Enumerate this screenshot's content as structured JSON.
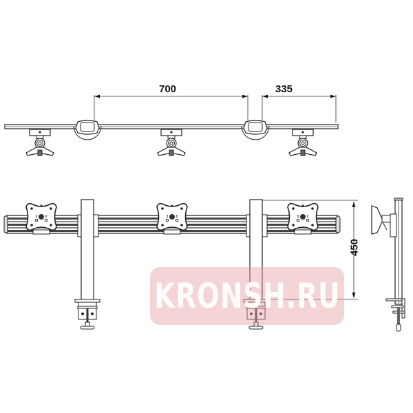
{
  "diagram": {
    "subject": "Triple monitor desk mount (technical drawing)",
    "views": [
      "top-view",
      "front-view",
      "side-view"
    ],
    "dimensions": {
      "monitor_spacing": "700",
      "end_offset": "335",
      "height": "450"
    },
    "units": "mm",
    "watermark": "KRONSH.RU",
    "colors": {
      "line": "#222222",
      "rail_dark": "#333333",
      "rail_light": "#bbbbbb",
      "watermark_bg": "#f0c8cb",
      "watermark_text": "#ffffff"
    }
  }
}
